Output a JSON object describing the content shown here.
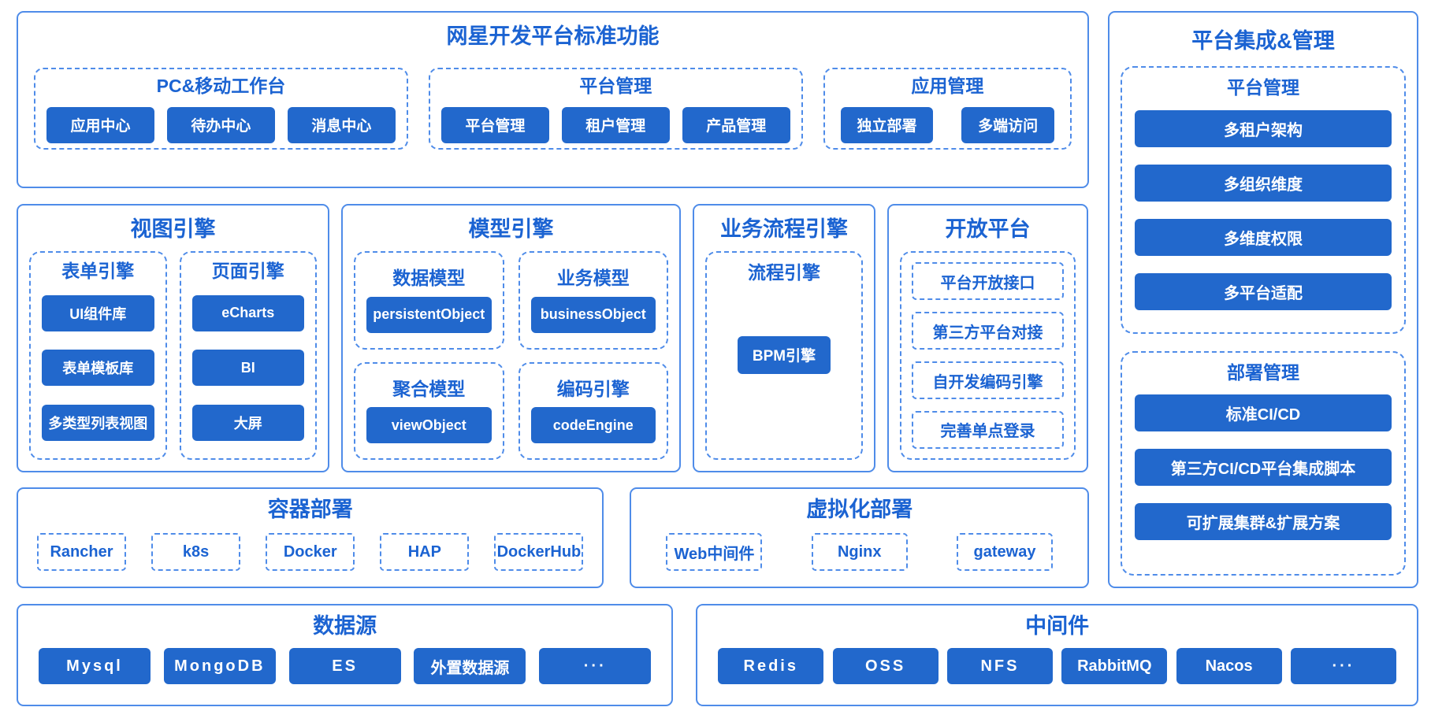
{
  "colors": {
    "button_blue": "#2268cc",
    "border_blue": "#4f8ce9",
    "title_blue": "#1b63d2",
    "button_text": "#ffffff"
  },
  "top_section": {
    "title": "网星开发平台标准功能",
    "groups": [
      {
        "title": "PC&移动工作台",
        "buttons": [
          "应用中心",
          "待办中心",
          "消息中心"
        ]
      },
      {
        "title": "平台管理",
        "buttons": [
          "平台管理",
          "租户管理",
          "产品管理"
        ]
      },
      {
        "title": "应用管理",
        "buttons": [
          "独立部署",
          "多端访问"
        ]
      }
    ]
  },
  "engine_row": {
    "view_engine": {
      "title": "视图引擎",
      "groups": [
        {
          "title": "表单引擎",
          "buttons": [
            "UI组件库",
            "表单模板库",
            "多类型列表视图"
          ]
        },
        {
          "title": "页面引擎",
          "buttons": [
            "eCharts",
            "BI",
            "大屏"
          ]
        }
      ]
    },
    "model_engine": {
      "title": "模型引擎",
      "cells": [
        {
          "title": "数据模型",
          "button": "persistentObject"
        },
        {
          "title": "业务模型",
          "button": "businessObject"
        },
        {
          "title": "聚合模型",
          "button": "viewObject"
        },
        {
          "title": "编码引擎",
          "button": "codeEngine"
        }
      ]
    },
    "process_engine": {
      "title": "业务流程引擎",
      "group_title": "流程引擎",
      "button": "BPM引擎"
    },
    "open_platform": {
      "title": "开放平台",
      "items": [
        "平台开放接口",
        "第三方平台对接",
        "自开发编码引擎",
        "完善单点登录"
      ]
    }
  },
  "deploy_row": {
    "container": {
      "title": "容器部署",
      "items": [
        "Rancher",
        "k8s",
        "Docker",
        "HAP",
        "DockerHub"
      ]
    },
    "virtualization": {
      "title": "虚拟化部署",
      "items": [
        "Web中间件",
        "Nginx",
        "gateway"
      ]
    }
  },
  "right_column": {
    "title": "平台集成&管理",
    "platform_group": {
      "title": "平台管理",
      "buttons": [
        "多租户架构",
        "多组织维度",
        "多维度权限",
        "多平台适配"
      ]
    },
    "deploy_group": {
      "title": "部署管理",
      "buttons": [
        "标准CI/CD",
        "第三方CI/CD平台集成脚本",
        "可扩展集群&扩展方案"
      ]
    }
  },
  "bottom_row": {
    "datasource": {
      "title": "数据源",
      "buttons": [
        "Mysql",
        "MongoDB",
        "ES",
        "外置数据源",
        "···"
      ]
    },
    "middleware": {
      "title": "中间件",
      "buttons": [
        "Redis",
        "OSS",
        "NFS",
        "RabbitMQ",
        "Nacos",
        "···"
      ]
    }
  }
}
